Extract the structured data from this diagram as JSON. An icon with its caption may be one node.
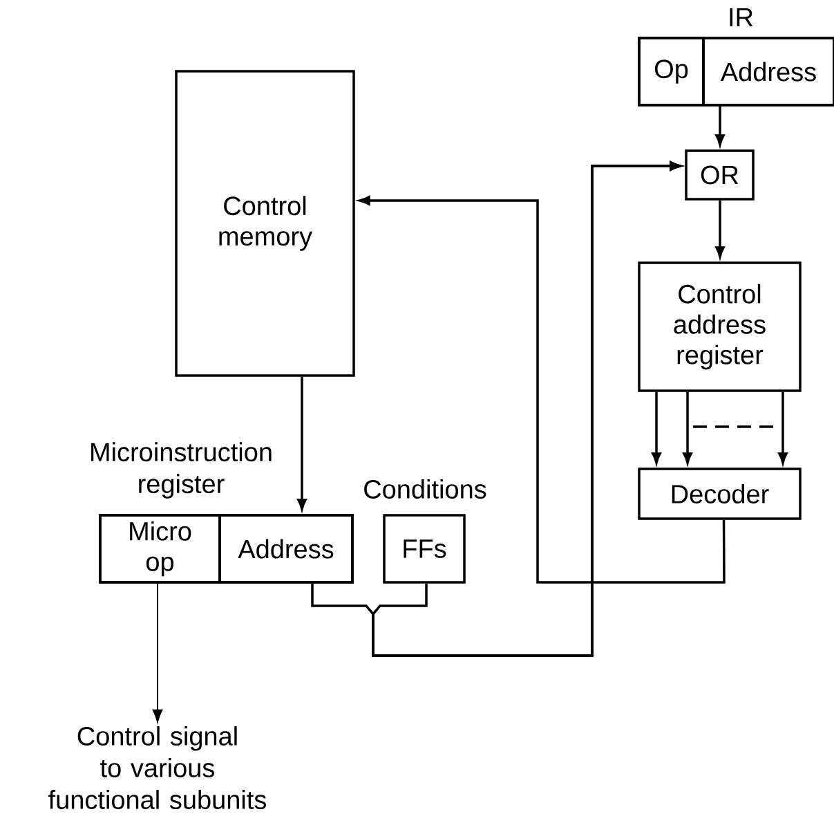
{
  "diagram": {
    "nodes": [
      {
        "text": [
          "IR"
        ]
      },
      {
        "text": [
          "Op"
        ],
        "in": 0
      },
      {
        "text": [
          "Address"
        ],
        "in": 0
      },
      {
        "text": [
          "OR"
        ]
      },
      {
        "text": [
          "Control address register"
        ]
      },
      {
        "text": [
          "Decoder"
        ]
      },
      {
        "text": [
          "Control memory"
        ]
      },
      {
        "text": [
          "Microinstruction register"
        ]
      },
      {
        "text": [
          "Micro op"
        ],
        "in": 7
      },
      {
        "text": [
          "Address"
        ],
        "in": 7
      },
      {
        "text": [
          "Conditions",
          "FFs"
        ]
      },
      {
        "text": [
          "Control signal to various functional subunits"
        ]
      }
    ],
    "edges": [
      {
        "from": 2,
        "to": 3,
        "arrow": "to"
      },
      {
        "from": 3,
        "to": 4,
        "arrow": "to"
      },
      {
        "from": 4,
        "to": 5,
        "arrow": "to"
      },
      {
        "from": 4,
        "to": 5,
        "arrow": "to"
      },
      {
        "from": 4,
        "to": 5,
        "arrow": "to"
      },
      {
        "from": 5,
        "to": 6,
        "arrow": "to"
      },
      {
        "from": 6,
        "to": 9,
        "arrow": "to"
      },
      {
        "from": 9,
        "to": 3,
        "arrow": "to"
      },
      {
        "from": 10,
        "to": 3,
        "arrow": "to"
      },
      {
        "from": 8,
        "to": 11,
        "arrow": "to"
      }
    ]
  }
}
